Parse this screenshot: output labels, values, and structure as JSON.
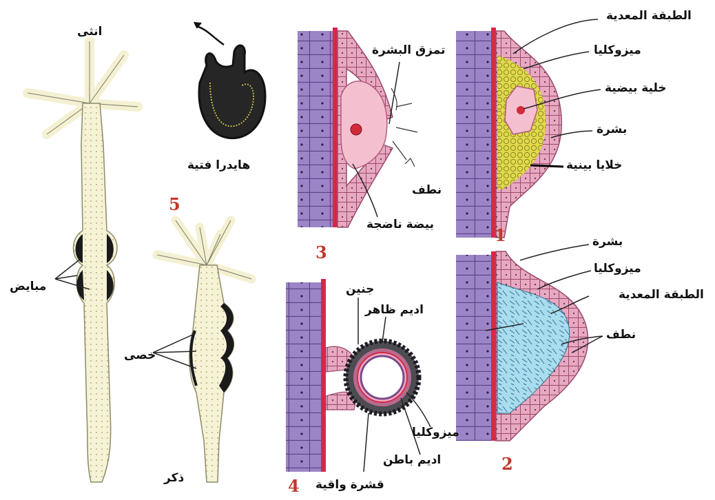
{
  "panels": {
    "p1": {
      "number": "1",
      "labels": {
        "gastro": "الطبقة المعدية",
        "meso": "ميزوكليا",
        "egg": "خلية بيضية",
        "epi": "بشرة",
        "inter": "خلايا بينية"
      }
    },
    "p2": {
      "number": "2",
      "labels": {
        "epi": "بشرة",
        "meso": "ميزوكليا",
        "gastro": "الطبقة المعدية",
        "sperm": "نطف"
      }
    },
    "p3": {
      "number": "3",
      "labels": {
        "rupture": "تمزق البشرة",
        "sperm": "نطف",
        "ovum": "بيضة ناضجة"
      }
    },
    "p4": {
      "number": "4",
      "labels": {
        "embryo": "جنين",
        "ecto": "اديم ظاهر",
        "meso": "ميزوكليا",
        "endo": "اديم باطن",
        "shell": "قشرة واقية"
      }
    },
    "p5": {
      "number": "5",
      "labels": {
        "young": "هايدرا فتية",
        "female": "انثى",
        "ovaries": "مبايض",
        "testes": "خصى",
        "male": "ذكر"
      }
    }
  },
  "colors": {
    "endoderm": "#9b85c6",
    "mesoglea": "#d6284a",
    "ectoderm": "#e7a9c2",
    "interstitial": "#e4d84a",
    "sperm_mass": "#a8dcef",
    "egg_cell": "#f4c0d0",
    "hydra_body": "#f6f2d6",
    "numbers": "#c0392b"
  }
}
